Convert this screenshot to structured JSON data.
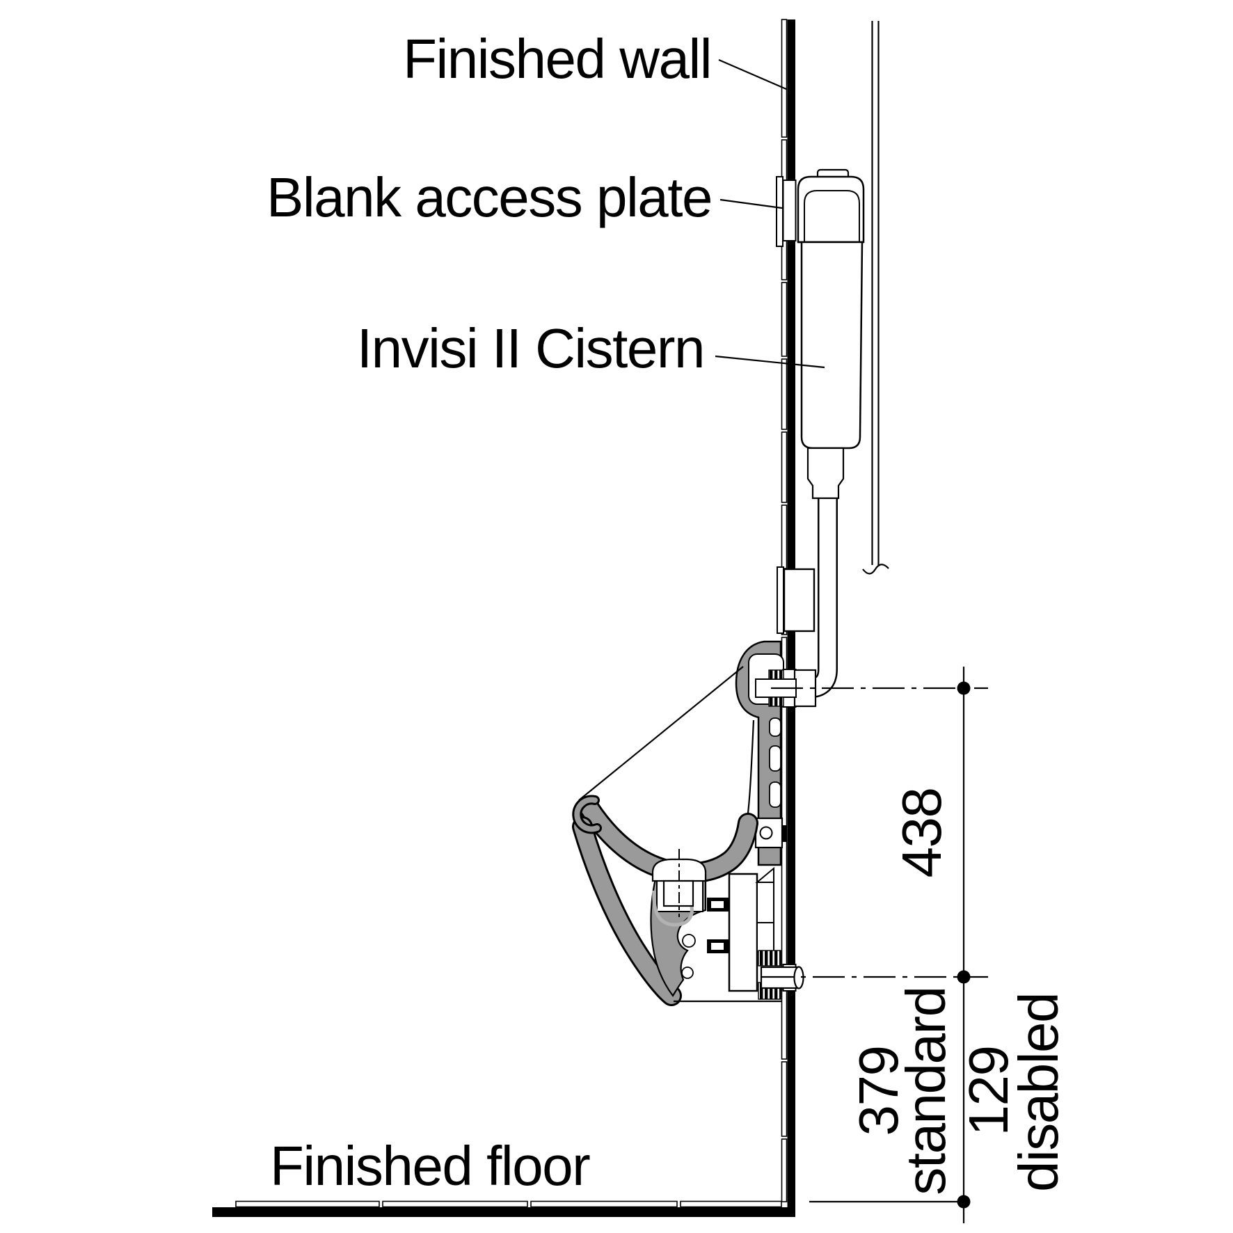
{
  "labels": {
    "finished_wall": "Finished wall",
    "blank_access_plate": "Blank access plate",
    "cistern": "Invisi II Cistern",
    "finished_floor": "Finished floor"
  },
  "dimensions": {
    "inlet_height": "438",
    "standard_value": "379",
    "standard_label": "standard",
    "disabled_value": "129",
    "disabled_label": "disabled"
  },
  "colors": {
    "ink": "#000000",
    "ceramic": "#9a9a9a",
    "trap_highlight": "#b2b2b2",
    "paper": "#ffffff"
  }
}
